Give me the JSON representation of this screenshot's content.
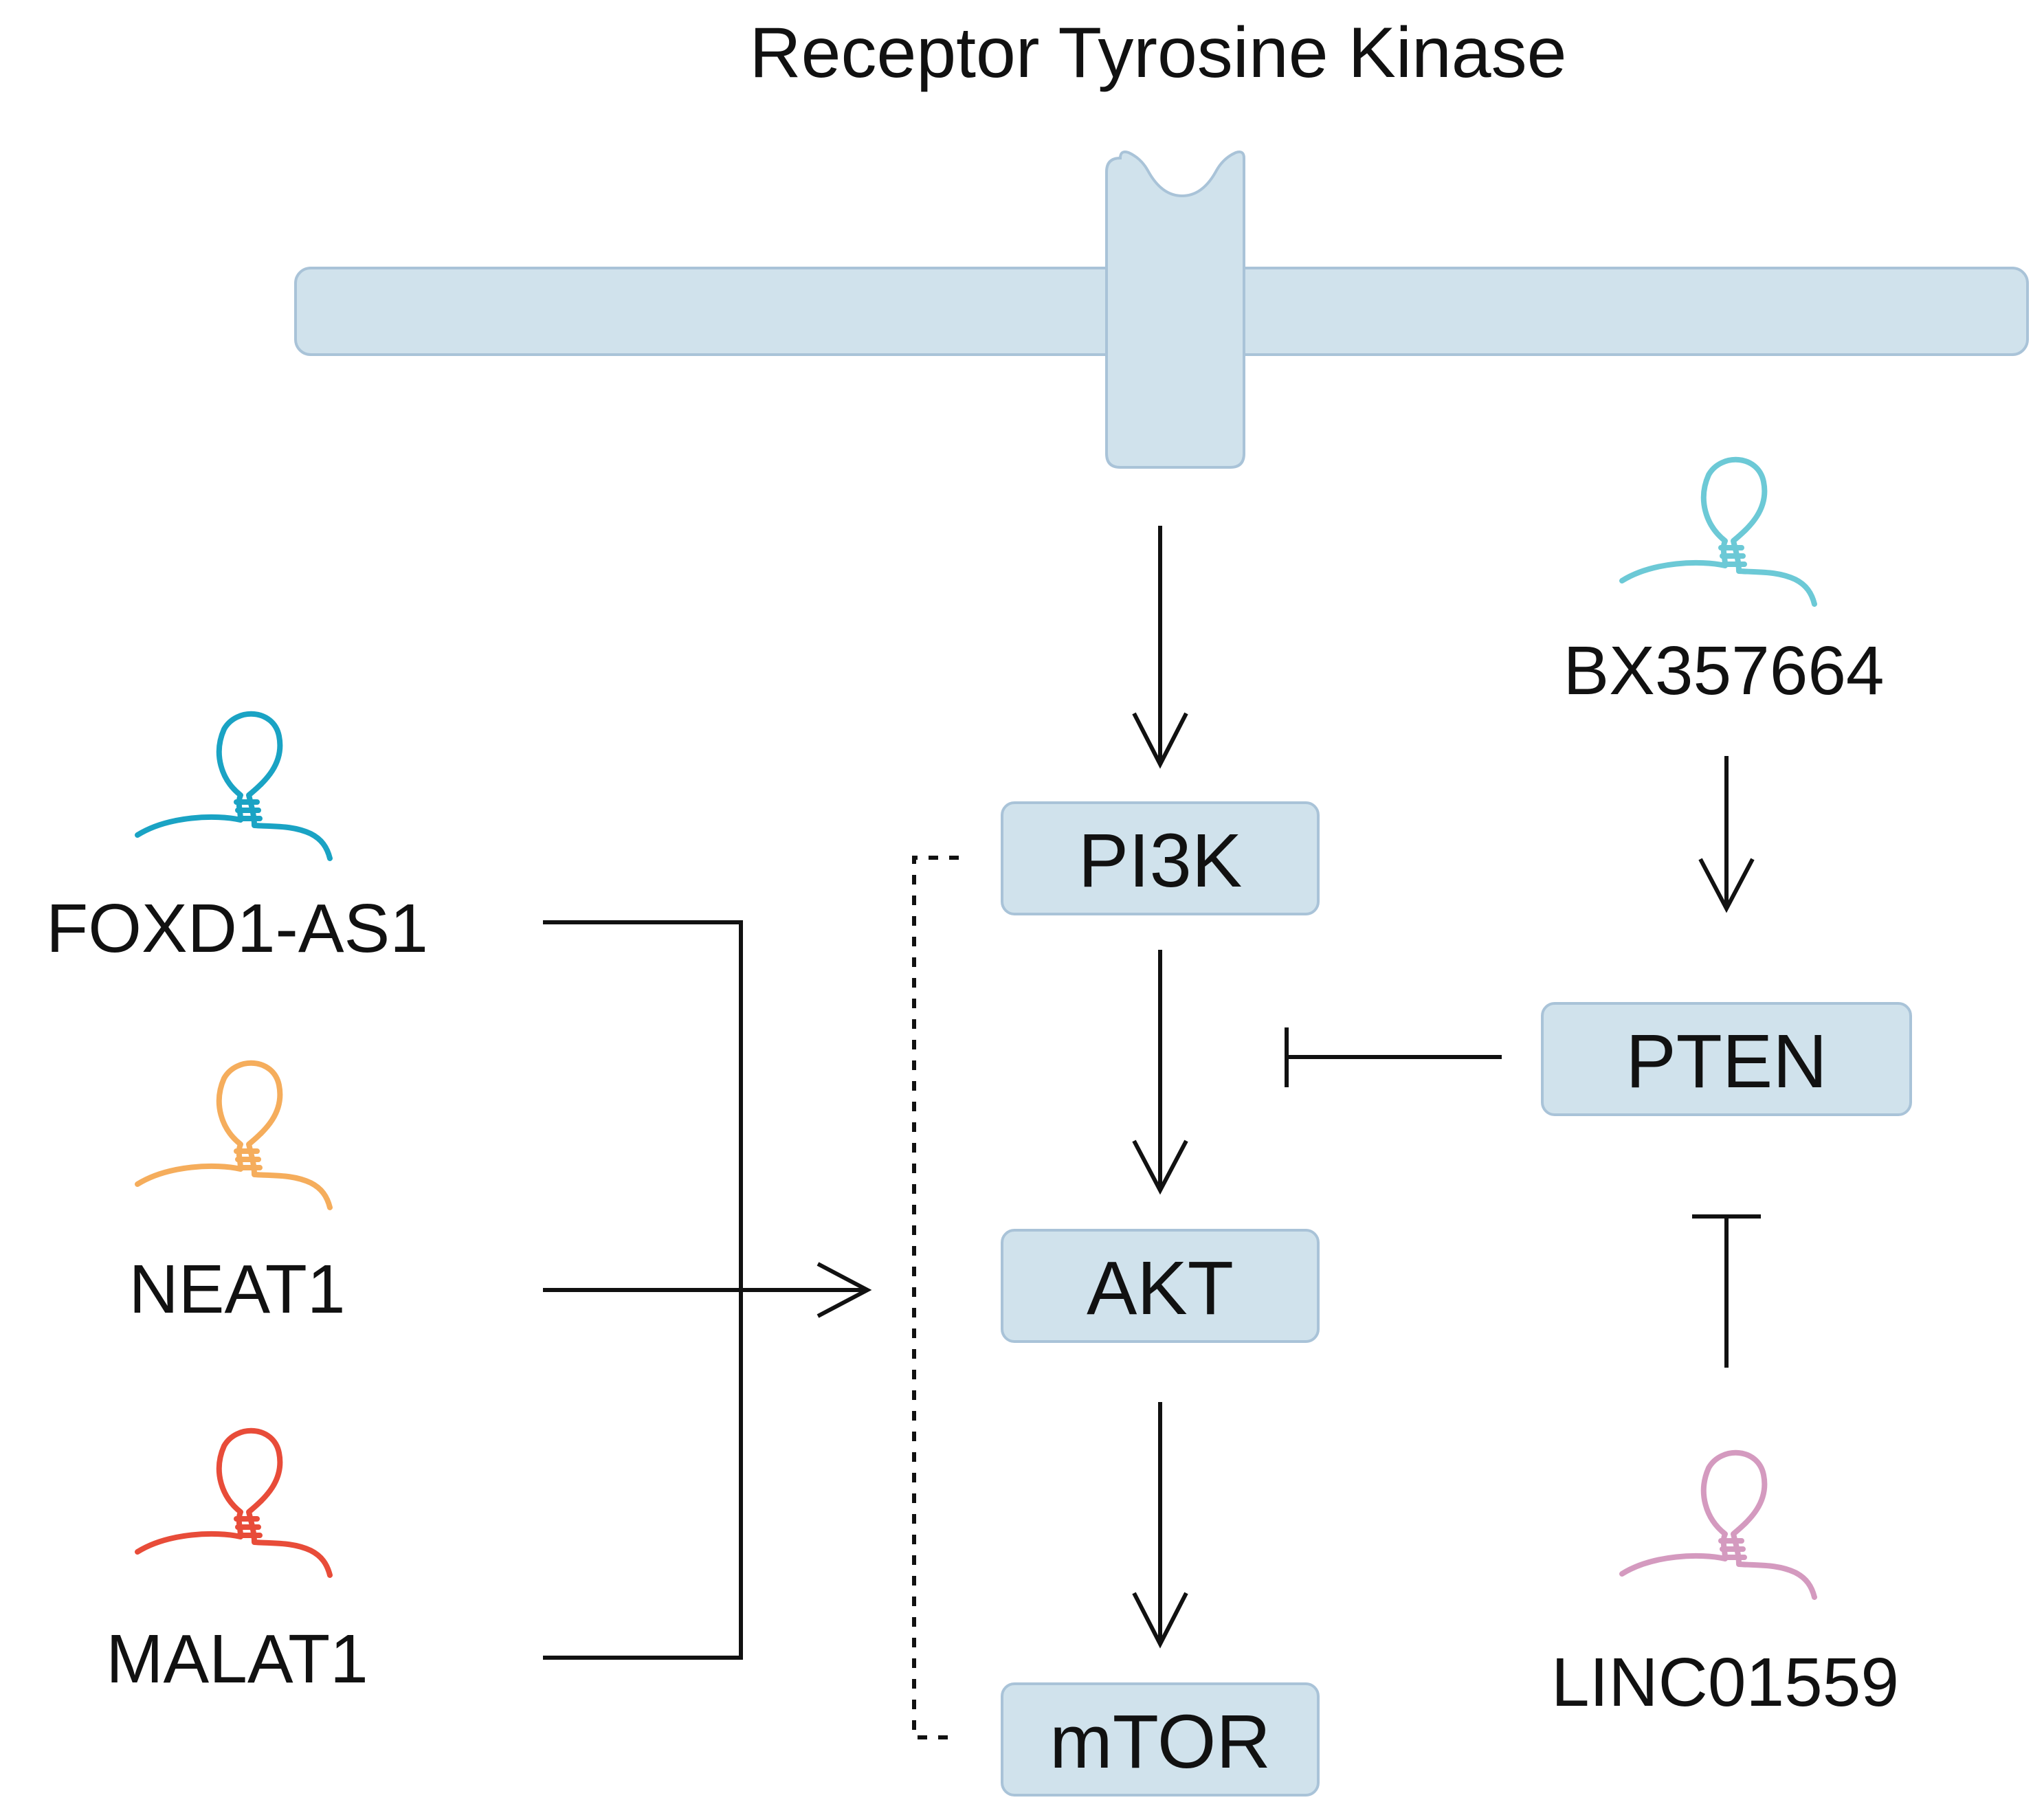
{
  "diagram": {
    "title": "Receptor Tyrosine Kinase",
    "colors": {
      "membrane_fill": "#d0e2ec",
      "membrane_stroke": "#a9c3d8",
      "node_fill": "#d0e2ec",
      "node_stroke": "#a9c3d8",
      "line": "#111111"
    },
    "nodes": {
      "pi3k": "PI3K",
      "akt": "AKT",
      "mtor": "mTOR",
      "pten": "PTEN"
    },
    "lncrnas": {
      "foxd1": {
        "label": "FOXD1-AS1",
        "color": "#1aa3c4",
        "icon": "rna-hairpin-icon"
      },
      "neat1": {
        "label": "NEAT1",
        "color": "#f5ad5c",
        "icon": "rna-hairpin-icon"
      },
      "malat1": {
        "label": "MALAT1",
        "color": "#e84c39",
        "icon": "rna-hairpin-icon"
      },
      "bx357664": {
        "label": "BX357664",
        "color": "#6cc9d6",
        "icon": "rna-hairpin-icon"
      },
      "linc01559": {
        "label": "LINC01559",
        "color": "#d49abf",
        "icon": "rna-hairpin-icon"
      }
    },
    "edges": [
      {
        "from": "Receptor Tyrosine Kinase",
        "to": "PI3K",
        "type": "activation"
      },
      {
        "from": "PI3K",
        "to": "AKT",
        "type": "activation"
      },
      {
        "from": "AKT",
        "to": "mTOR",
        "type": "activation"
      },
      {
        "from": "BX357664",
        "to": "PTEN",
        "type": "activation"
      },
      {
        "from": "PTEN",
        "to": "AKT",
        "type": "inhibition"
      },
      {
        "from": "LINC01559",
        "to": "PTEN",
        "type": "inhibition"
      },
      {
        "from": "FOXD1-AS1",
        "to": "PI3K/AKT/mTOR",
        "type": "activation"
      },
      {
        "from": "NEAT1",
        "to": "PI3K/AKT/mTOR",
        "type": "activation"
      },
      {
        "from": "MALAT1",
        "to": "PI3K/AKT/mTOR",
        "type": "activation"
      }
    ]
  }
}
